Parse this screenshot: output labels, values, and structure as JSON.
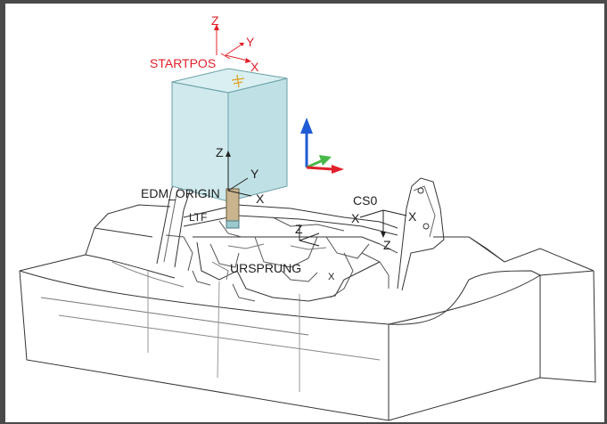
{
  "window": {
    "title": ""
  },
  "labels": {
    "startpos": "STARTPOS",
    "edm_origin": "EDM_ORIGIN",
    "ursprung": "URSPRUNG",
    "cs0": "CS0",
    "partial_label": "LTF"
  },
  "axes": {
    "z": "Z",
    "y": "Y",
    "x": "X"
  },
  "colors": {
    "electrode_box_fill": "#cfe9ec",
    "electrode_box_stroke": "#6aa0a8",
    "startpos_axis": "#e0202a",
    "triad_blue": "#1f5bd6",
    "triad_green": "#48b84a",
    "triad_red": "#e0202a",
    "electrode_tip": "#c9b48f",
    "wireframe": "#333333",
    "background": "#ffffff"
  },
  "icons": {
    "view_triad": "xyz-triad-icon"
  }
}
